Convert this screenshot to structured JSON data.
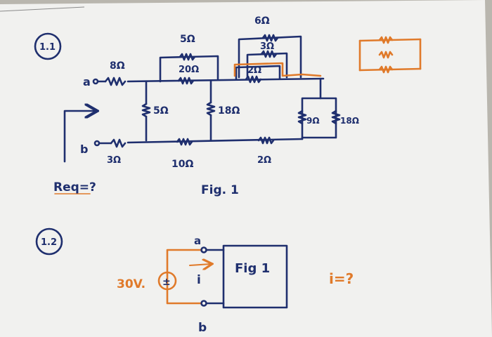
{
  "colors": {
    "ink": "#1f2f6e",
    "accent": "#e07a2a",
    "paper": "#f1f1ef",
    "shadow": "#b9b6ae"
  },
  "problem1": {
    "number": "1.1",
    "node_a": "a",
    "node_b": "b",
    "resistors": {
      "r8": "8Ω",
      "r5_top": "5Ω",
      "r20": "20Ω",
      "r6": "6Ω",
      "r3_top": "3Ω",
      "r2_top": "2Ω",
      "r5_mid": "5Ω",
      "r18_mid": "18Ω",
      "r9": "9Ω",
      "r18_right": "18Ω",
      "r3_bottom": "3Ω",
      "r10": "10Ω",
      "r2_bottom": "2Ω"
    },
    "question": "Req=?",
    "figure_label": "Fig. 1"
  },
  "problem2": {
    "number": "1.2",
    "source_label": "30V.",
    "source_symbol": "±",
    "node_a": "a",
    "node_b": "b",
    "current_label": "i",
    "box_label": "Fig 1",
    "question": "i=?"
  },
  "icons": [
    "resistor-icon",
    "arrow-icon",
    "voltage-source-icon"
  ]
}
